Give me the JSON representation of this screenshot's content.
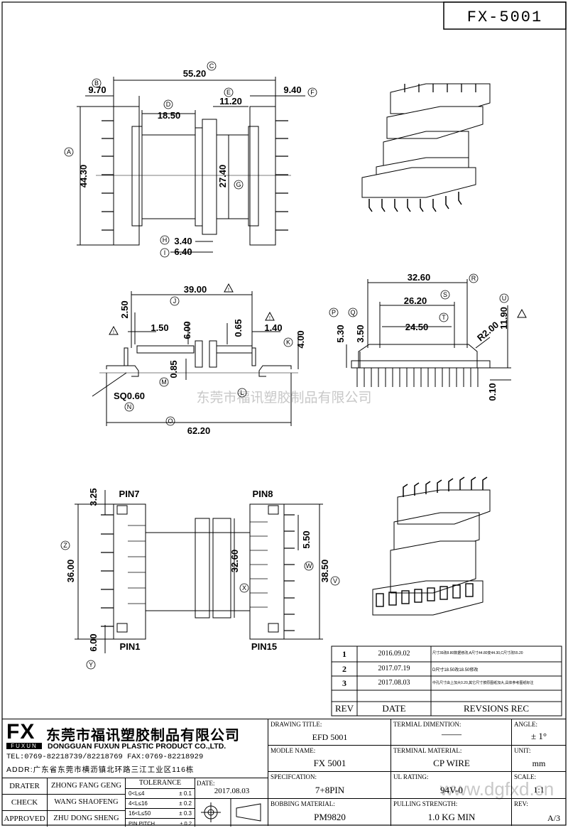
{
  "part_number": "FX-5001",
  "top_view": {
    "dims": {
      "C": "55.20",
      "B": "9.70",
      "F": "9.40",
      "D": "18.50",
      "E": "11.20",
      "A": "44.30",
      "G": "27.40",
      "H": "3.40",
      "I": "6.40"
    },
    "labels": {
      "A": "A",
      "B": "B",
      "C": "C",
      "D": "D",
      "E": "E",
      "F": "F",
      "G": "G",
      "H": "H",
      "I": "I"
    }
  },
  "side_view": {
    "dims": {
      "J": "39.00",
      "top_left": "2.50",
      "left_gap": "1.50",
      "center": "6.00",
      "right_gap": "1.40",
      "mid": "0.65",
      "K": "4.00",
      "M": "0.85",
      "N": "SQ0.60",
      "O": "62.20"
    },
    "labels": {
      "J": "J",
      "K": "K",
      "L": "L",
      "M": "M",
      "N": "N",
      "O": "O"
    },
    "notes": {
      "warn": "!",
      "warn2": "!",
      "warn3": "!"
    }
  },
  "end_view": {
    "dims": {
      "R": "32.60",
      "S": "26.20",
      "T": "24.50",
      "P": "5.30",
      "Q": "3.50",
      "radius": "R2.00",
      "U": "11.90",
      "tol": "0.10"
    },
    "labels": {
      "P": "P",
      "Q": "Q",
      "R": "R",
      "S": "S",
      "T": "T",
      "U": "U"
    }
  },
  "bottom_view": {
    "dims": {
      "Y_top": "3.25",
      "Z": "36.00",
      "X": "32.60",
      "W": "5.50",
      "V": "38.50",
      "Y": "6.00"
    },
    "labels": {
      "V": "V",
      "W": "W",
      "X": "X",
      "Y": "Y",
      "Z": "Z"
    },
    "pins": {
      "pin7": "PIN7",
      "pin8": "PIN8",
      "pin1": "PIN1",
      "pin15": "PIN15"
    }
  },
  "watermark": "东莞市福讯塑胶制品有限公司",
  "watermark_url": "www.dgfxd.cn",
  "revisions": {
    "rows": [
      {
        "rev": "1",
        "date": "2016.09.02",
        "desc": "尺寸39改8.80数据修改,A尺寸44.80变44.30,C尺寸改55.20"
      },
      {
        "rev": "2",
        "date": "2017.07.19",
        "desc": "D尺寸18.50改18.50修改"
      },
      {
        "rev": "3",
        "date": "2017.08.03",
        "desc": "中孔尺寸由上加大0.20,其它尺寸按原图纸加大,具体参考图纸标注"
      }
    ],
    "header": {
      "rev": "REV",
      "date": "DATE",
      "desc": "REVSIONS REC"
    }
  },
  "company": {
    "logo": "FX",
    "logo_sub": "FUXUN",
    "name_cn": "东莞市福讯塑胶制品有限公司",
    "name_en": "DONGGUAN FUXUN PLASTIC PRODUCT CO.,LTD.",
    "tel": "TEL:0769-82218739/82218769 FAX:0769-82218929",
    "addr": "ADDR:广东省东莞市横沥镇北环路三江工业区116栋"
  },
  "people": {
    "drater_label": "DRATER",
    "drater": "ZHONG FANG GENG",
    "check_label": "CHECK",
    "check": "WANG SHAOFENG",
    "approved_label": "APPROVED",
    "approved": "ZHU DONG SHENG"
  },
  "tolerance": {
    "label": "TOLERANCE",
    "rows": [
      {
        "range": "0<L≤4",
        "val": "± 0.1"
      },
      {
        "range": "4<L≤16",
        "val": "± 0.2"
      },
      {
        "range": "16<L≤50",
        "val": "± 0.3"
      },
      {
        "range": "PIN PITCH",
        "val": "± 0.2"
      }
    ]
  },
  "date_label": "DATE:",
  "date": "2017.08.03",
  "title_block": {
    "drawing_title_label": "DRAWING TITLE:",
    "drawing_title": "EFD 5001",
    "terminal_dim_label": "TERMIAL DIMENTION:",
    "terminal_dim": "——",
    "angle_label": "ANGLE:",
    "angle": "± 1°",
    "model_label": "MODLE NAME:",
    "model": "FX 5001",
    "terminal_mat_label": "TERMINAL MATERIAL:",
    "terminal_mat": "CP WIRE",
    "unit_label": "UNIT:",
    "unit": "mm",
    "spec_label": "SPECIFCATION:",
    "spec": "7+8PIN",
    "ul_label": "UL RATING:",
    "ul": "94V-0",
    "scale_label": "SCALE:",
    "scale": "1:1",
    "bobbin_label": "BOBBING MATERIAL:",
    "bobbin": "PM9820",
    "pull_label": "PULLING STRENGTH:",
    "pull": "1.0 KG MIN",
    "rev_label": "REV:",
    "rev": "A/3"
  }
}
